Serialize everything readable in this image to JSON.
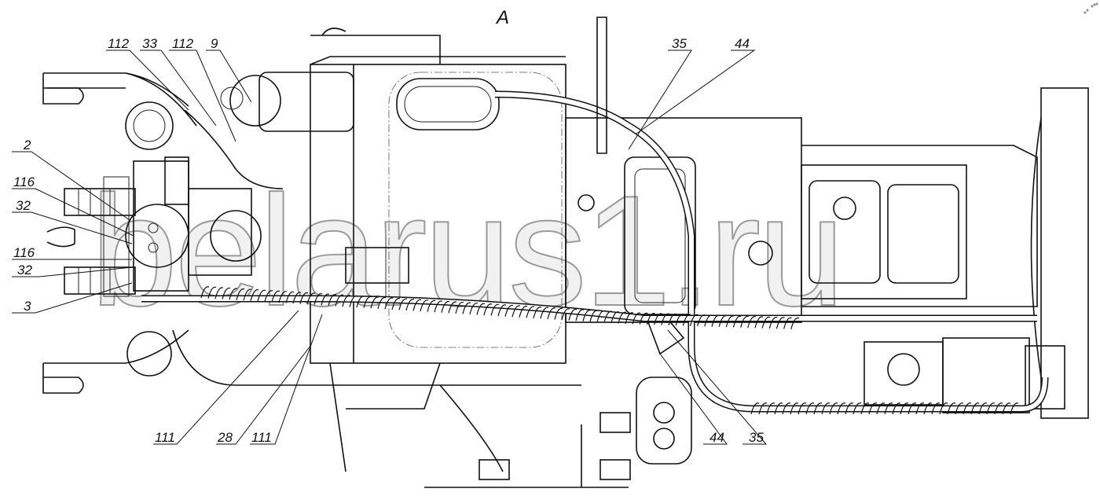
{
  "view_label": "A",
  "watermark": "belarus1.ru",
  "callouts": {
    "top": [
      "112",
      "33",
      "112",
      "9",
      "35",
      "44"
    ],
    "left": [
      "2",
      "116",
      "32",
      "116",
      "32",
      "3"
    ],
    "bottom": [
      "111",
      "28",
      "111",
      "44",
      "35"
    ]
  }
}
